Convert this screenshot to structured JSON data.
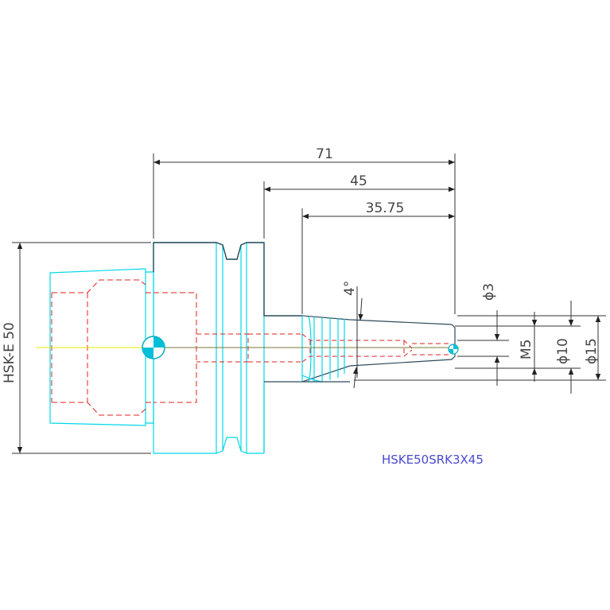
{
  "colors": {
    "outline": "#2e4a5a",
    "cyan": "#00d8e8",
    "hidden_red": "#e02020",
    "dimension": "#333333",
    "center_line": "#e8e800",
    "part_number": "#4a4ad0"
  },
  "dimensions": {
    "overall_length": "71",
    "length_45": "45",
    "length_35_75": "35.75",
    "angle": "4°",
    "dia_3": "ϕ3",
    "thread": "M5",
    "dia_10": "ϕ10",
    "dia_15": "ϕ15",
    "hsk_size": "HSK-E 50"
  },
  "part_number": "HSKE50SRK3X45"
}
